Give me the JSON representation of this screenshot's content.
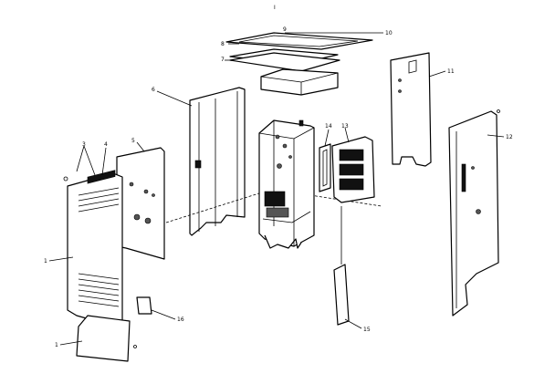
{
  "diagram": {
    "figure_label": "I",
    "callouts": {
      "c1": "1",
      "c1b": "1",
      "c3": "3",
      "c4": "4",
      "c5": "5",
      "c6": "6",
      "c7": "7",
      "c8": "8",
      "c9": "9",
      "c10": "10",
      "c11": "11",
      "c12": "12",
      "c13": "13",
      "c14": "14",
      "c15": "15",
      "c16": "16"
    }
  }
}
